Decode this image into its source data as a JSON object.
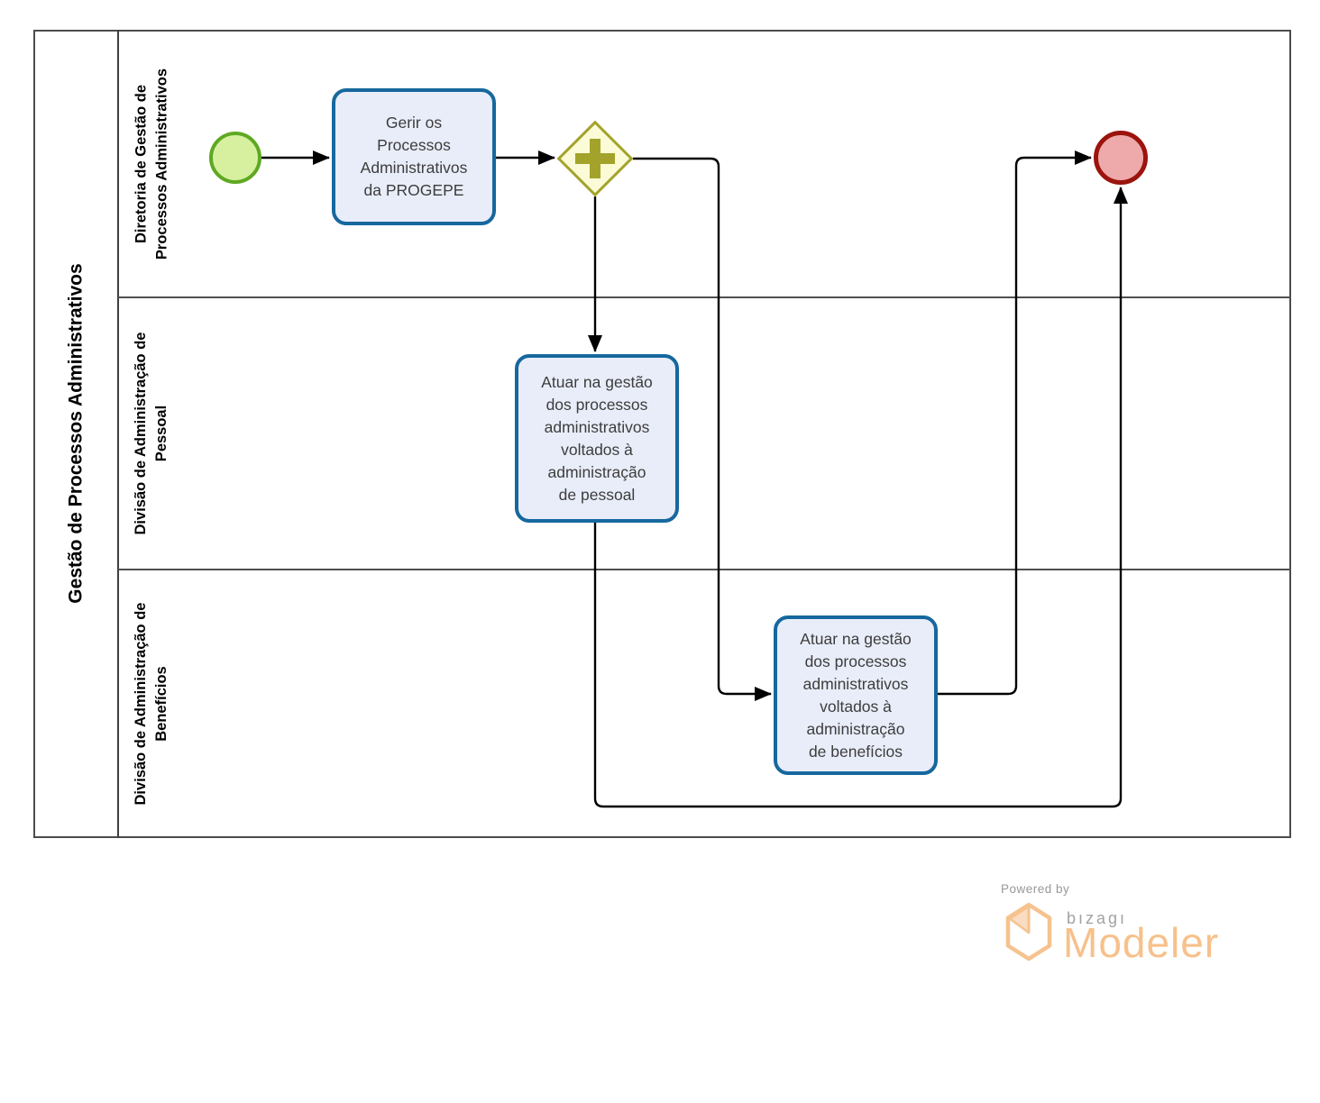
{
  "pool": {
    "title": "Gestão de Processos Administrativos",
    "lanes": [
      {
        "label": "Diretoria de Gestão de\nProcessos Administrativos"
      },
      {
        "label": "Divisão de Administração de\nPessoal"
      },
      {
        "label": "Divisão de Administração de\nBenefícios"
      }
    ]
  },
  "shapes": {
    "start_event": {
      "type": "start-event"
    },
    "task_gerir": {
      "label": "Gerir os\nProcessos\nAdministrativos\nda PROGEPE"
    },
    "parallel_gateway": {
      "type": "parallel-gateway"
    },
    "task_pessoal": {
      "label": "Atuar na gestão\ndos processos\nadministrativos\nvoltados à\nadministração\nde pessoal"
    },
    "task_beneficios": {
      "label": "Atuar na gestão\ndos processos\nadministrativos\nvoltados à\nadministração\nde benefícios"
    },
    "end_event": {
      "type": "end-event"
    }
  },
  "flows": [
    {
      "from": "start_event",
      "to": "task_gerir"
    },
    {
      "from": "task_gerir",
      "to": "parallel_gateway"
    },
    {
      "from": "parallel_gateway",
      "to": "task_pessoal"
    },
    {
      "from": "parallel_gateway",
      "to": "task_beneficios"
    },
    {
      "from": "task_beneficios",
      "to": "end_event"
    },
    {
      "from": "task_pessoal",
      "to": "end_event"
    }
  ],
  "footer": {
    "powered_by": "Powered by",
    "brand": "bızagı",
    "product": "Modeler"
  },
  "colors": {
    "task_border": "#16689e",
    "task_fill": "#e9edf9",
    "start_border": "#5fa823",
    "start_fill": "#d7f0a0",
    "end_border": "#9b140d",
    "end_fill": "#eeaaaa",
    "gateway_border": "#a3a32b",
    "gateway_fill": "#fbfbd8",
    "pool_border": "#4c4c4c",
    "flow_line": "#000000",
    "brand_orange": "#f7c18b",
    "brand_gray": "#a2a2a2"
  }
}
